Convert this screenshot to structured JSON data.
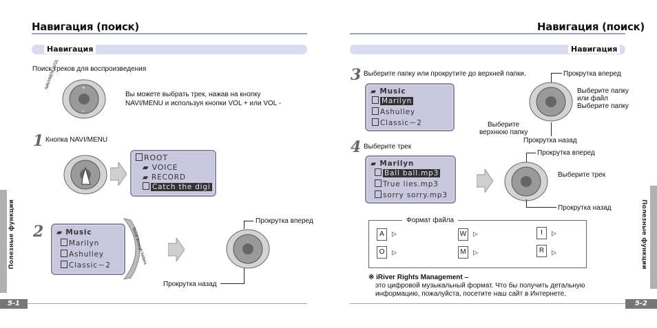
{
  "left": {
    "title": "Навигация (поиск)",
    "section": "Навигация",
    "intro": "Поиск треков для воспроизведения",
    "desc1": "Вы можете выбрать трек, нажав на кнопку",
    "desc2": "NAVI/MENU и используя кнопки VOL + или VOL -",
    "step1_num": "1",
    "step1_label": "Кнопка NAVI/MENU",
    "step1_screen": [
      "ROOT",
      "VOICE",
      "RECORD",
      "Catch the digi"
    ],
    "step2_num": "2",
    "step2_screen": [
      "Music",
      "Marilyn",
      "Ashulley",
      "Classic－2"
    ],
    "scroll_label": "Scroll through folders",
    "forward": "Прокрутка вперед",
    "back": "Прокрутка назад",
    "page": "5-1",
    "side": "Полезные функции",
    "navi_text": "NAVI/MENU/VOL"
  },
  "right": {
    "title": "Навигация (поиск)",
    "section": "Навигация",
    "step3_num": "3",
    "step3_text": "Выберите папку или прокрутите до верхней папки.",
    "step3_screen": [
      "Music",
      "Marilyn",
      "Ashulley",
      "Classic－2"
    ],
    "forward": "Прокрутка вперед",
    "select_folder_1": "Выберите папку",
    "select_folder_2": "или файл",
    "select_folder_3": "Выберите папку",
    "top_folder_1": "Выберите",
    "top_folder_2": "верхнюю папку",
    "back": "Прокрутка назад",
    "step4_num": "4",
    "step4_text": "Выберите трек",
    "step4_screen": [
      "Marilyn",
      "Ball ball.mp3",
      "True lies.mp3",
      "sorry sorry.mp3"
    ],
    "forward2": "Прокрутка вперед",
    "select_track": "Выберите трек",
    "back2": "Прокрутка назад",
    "format_title": "Формат файла",
    "formats": [
      "A",
      "W",
      "I",
      "O",
      "M",
      "R"
    ],
    "note_title": "※ iRiver Rights Management –",
    "note_1": "это цифровой музыкальный формат. Что бы получить детальную",
    "note_2": "информацию, пожалуйста, посетите наш сайт в Интернете.",
    "page": "5-2",
    "side": "Полезные функции"
  },
  "colors": {
    "band": "#dcdcf0",
    "screen": "#c9c7dd",
    "rule": "#9aa0c8"
  }
}
